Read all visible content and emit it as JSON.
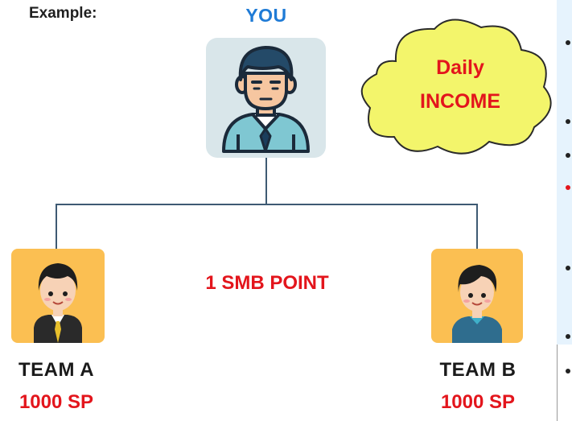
{
  "labels": {
    "example": "Example:",
    "you": "YOU",
    "cloud_line1": "Daily",
    "cloud_line2": "INCOME",
    "smb_point": "1 SMB POINT"
  },
  "teams": [
    {
      "name": "TEAM A",
      "points": "1000 SP"
    },
    {
      "name": "TEAM B",
      "points": "1000 SP"
    }
  ],
  "colors": {
    "accent_blue": "#1f7bd6",
    "accent_red": "#e3151c",
    "cloud_fill": "#f3f56b",
    "avatar_bg_small": "#fbbf52",
    "avatar_bg_large": "#d9e6ea",
    "connector": "#3e5a73",
    "side_panel": "#e6f3fd"
  }
}
